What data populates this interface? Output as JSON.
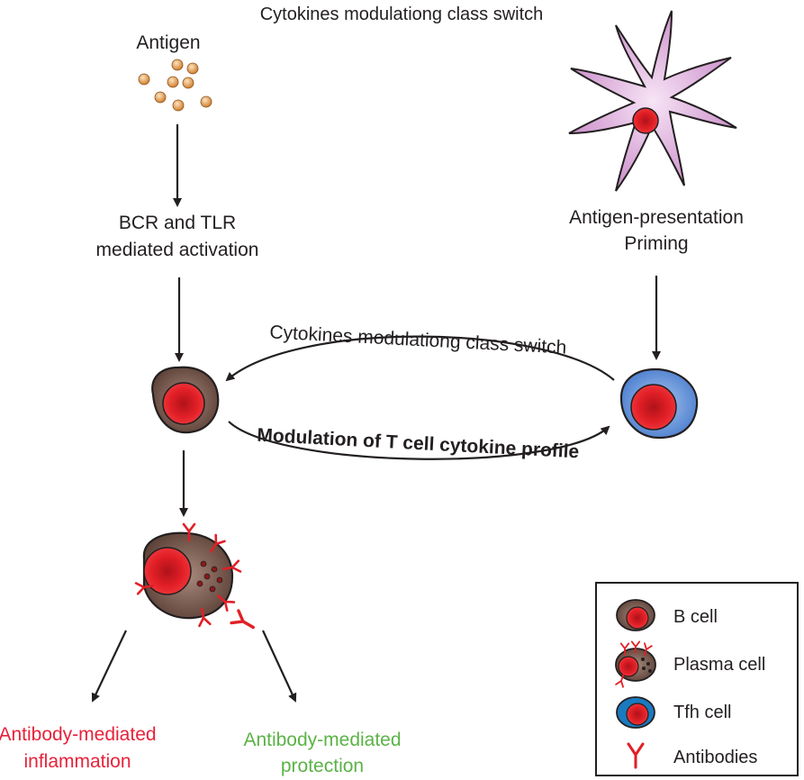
{
  "header": {
    "title": "Cytokines modulationg class switch"
  },
  "nodes": {
    "antigen": "Antigen",
    "activation": {
      "line1": "BCR and TLR",
      "line2": "mediated activation"
    },
    "presentation": {
      "line1": "Antigen-presentation",
      "line2": "Priming"
    }
  },
  "edges": {
    "to_b_cell": "Cytokines modulationg class switch",
    "to_tfh_cell": "Modulation of T cell cytokine profile"
  },
  "outcomes": {
    "inflammation": {
      "line1": "Antibody-mediated",
      "line2": "inflammation",
      "color": "#e8213a"
    },
    "protection": {
      "line1": "Antibody-mediated",
      "line2": "protection",
      "color": "#5ab346"
    }
  },
  "legend": {
    "items": [
      {
        "icon": "b-cell-icon",
        "label": "B cell"
      },
      {
        "icon": "plasma-cell-icon",
        "label": "Plasma cell"
      },
      {
        "icon": "tfh-cell-icon",
        "label": "Tfh cell"
      },
      {
        "icon": "antibody-icon",
        "label": "Antibodies"
      }
    ]
  },
  "colors": {
    "b_cell": "#6b4f45",
    "nucleus": "#e21f26",
    "tfh_cell": "#5b8fd6",
    "antibody": "#e21f26",
    "antigen": "#e8a04a",
    "dendritic_cell": "#d9a3d6"
  }
}
